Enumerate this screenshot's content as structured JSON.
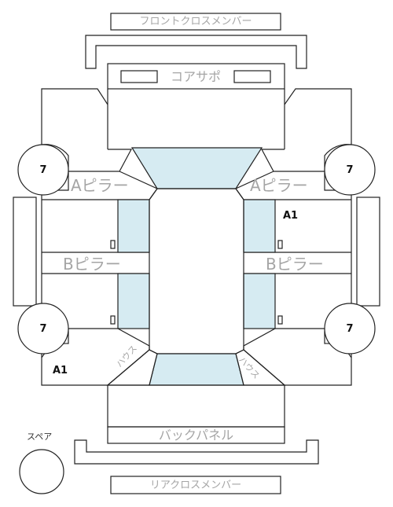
{
  "parts": {
    "front_cross_member": "フロントクロスメンバー",
    "core_support": "コアサポ",
    "a_pillar_left": "Aピラー",
    "a_pillar_right": "Aピラー",
    "b_pillar_left": "Bピラー",
    "b_pillar_right": "Bピラー",
    "back_panel": "バックパネル",
    "rear_cross_member": "リアクロスメンバー",
    "spare": "スペア",
    "tire_house_left": "ハウス",
    "tire_house_right": "ハウス"
  },
  "tires": {
    "front_left": "7",
    "front_right": "7",
    "rear_left": "7",
    "rear_right": "7",
    "spare": ""
  },
  "damage_codes": {
    "front_right_door": "A1",
    "rear_left_quarter": "A1"
  }
}
